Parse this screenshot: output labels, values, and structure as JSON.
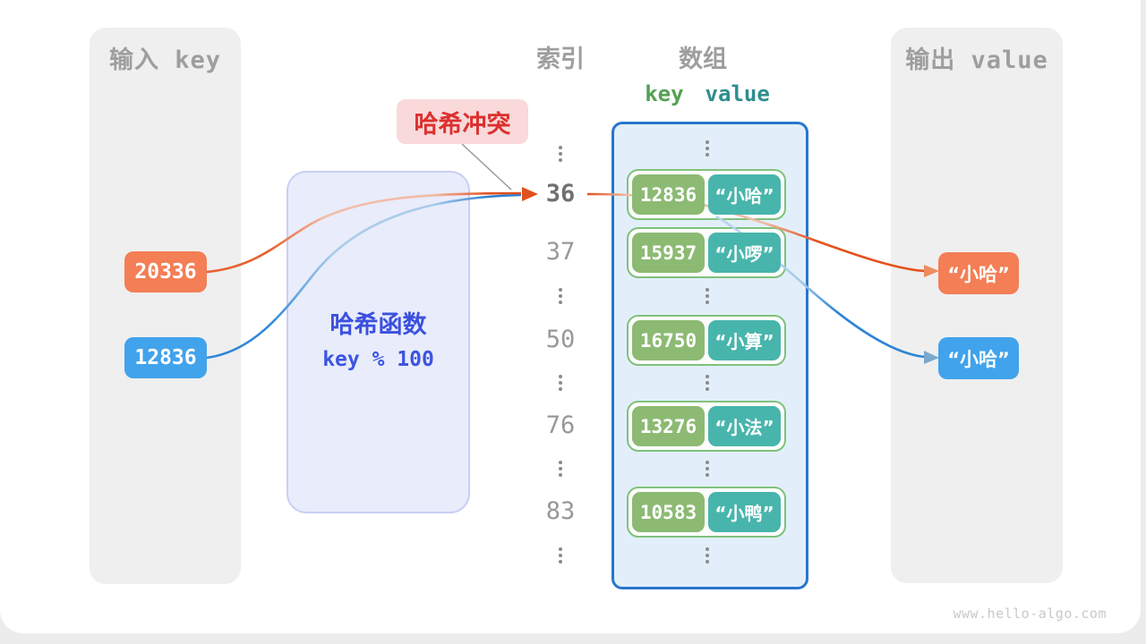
{
  "page": {
    "watermark": "www.hello-algo.com"
  },
  "panels": {
    "input": {
      "title": "输入 key"
    },
    "output": {
      "title": "输出 value"
    }
  },
  "headers": {
    "index": "索引",
    "array": "数组",
    "key": "key",
    "value": "value"
  },
  "hash_function": {
    "title": "哈希函数",
    "formula": "key % 100"
  },
  "collision": {
    "label": "哈希冲突"
  },
  "inputs": [
    {
      "value": "20336",
      "color": "orange"
    },
    {
      "value": "12836",
      "color": "blue"
    }
  ],
  "index_column": {
    "items": [
      {
        "type": "dots"
      },
      {
        "type": "num",
        "label": "36",
        "highlight": true
      },
      {
        "type": "num",
        "label": "37"
      },
      {
        "type": "dots"
      },
      {
        "type": "num",
        "label": "50"
      },
      {
        "type": "dots"
      },
      {
        "type": "num",
        "label": "76"
      },
      {
        "type": "dots"
      },
      {
        "type": "num",
        "label": "83"
      },
      {
        "type": "dots"
      }
    ]
  },
  "array": {
    "rows": [
      {
        "key": "12836",
        "value": "“小哈”"
      },
      {
        "key": "15937",
        "value": "“小啰”"
      },
      {
        "key": "16750",
        "value": "“小算”"
      },
      {
        "key": "13276",
        "value": "“小法”"
      },
      {
        "key": "10583",
        "value": "“小鸭”"
      }
    ]
  },
  "outputs": [
    {
      "value": "“小哈”",
      "color": "orange"
    },
    {
      "value": "“小哈”",
      "color": "blue"
    }
  ],
  "colors": {
    "orange_badge": "#f47e55",
    "blue_badge": "#41a3eb",
    "orange_line": "#e0511e",
    "blue_line": "#2e7fd0",
    "green_key": "#8cba73",
    "teal_value": "#48b5ac",
    "row_border_green": "#7fc17c",
    "container_border_blue": "#2776cc",
    "container_fill": "#e2effa",
    "hash_box_fill": "#e9ecfb",
    "hash_text_blue": "#3b50de",
    "collision_red": "#dc2f2f",
    "collision_bg": "#f9d9d9",
    "panel_gray": "#efefef",
    "header_gray": "#9e9ea0"
  }
}
